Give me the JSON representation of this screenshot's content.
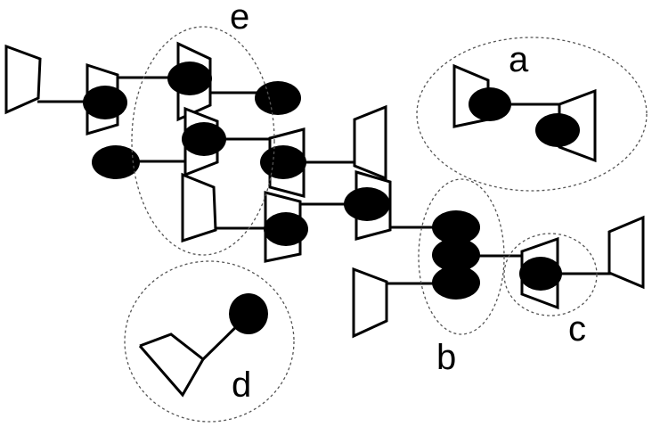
{
  "labels": {
    "a": "a",
    "b": "b",
    "c": "c",
    "d": "d",
    "e": "e"
  },
  "colors": {
    "node_fill": "#000000",
    "outline": "#000000",
    "group_outline": "#555555",
    "background": "#ffffff"
  }
}
